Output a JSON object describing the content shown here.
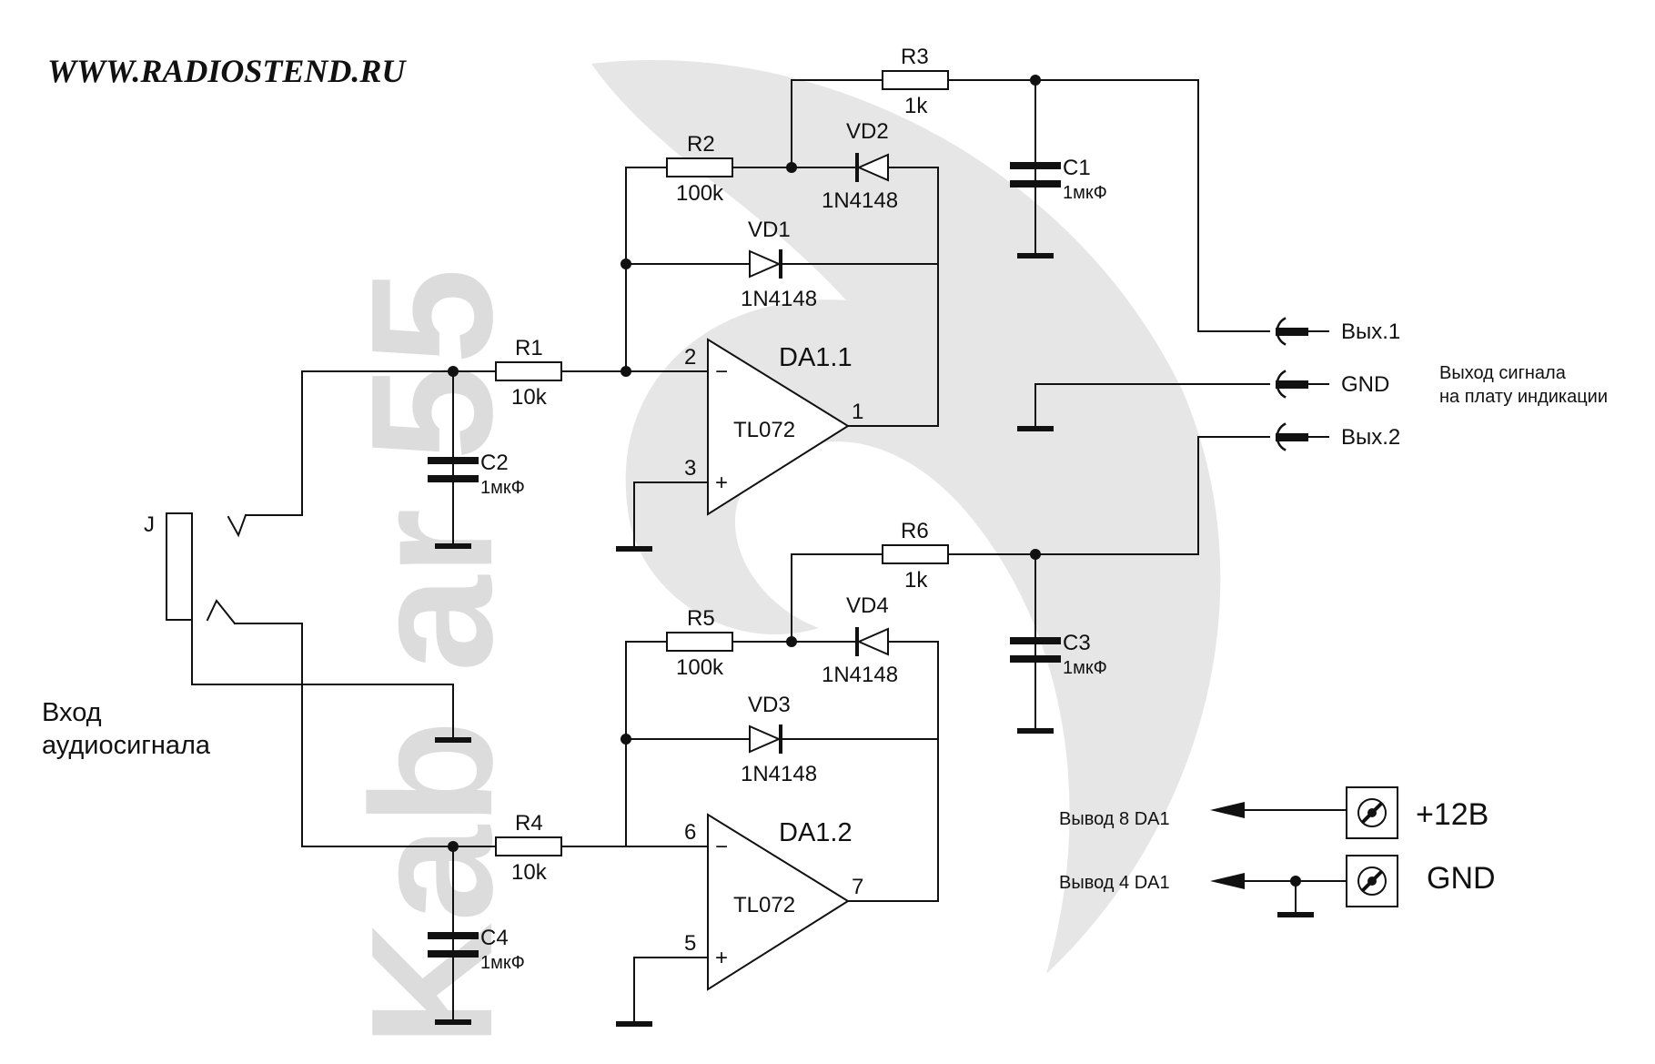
{
  "header": {
    "site": "WWW.RADIOSTEND.RU"
  },
  "resistors": [
    {
      "ref": "R1",
      "value": "10k"
    },
    {
      "ref": "R2",
      "value": "100k"
    },
    {
      "ref": "R3",
      "value": "1k"
    },
    {
      "ref": "R4",
      "value": "10k"
    },
    {
      "ref": "R5",
      "value": "100k"
    },
    {
      "ref": "R6",
      "value": "1k"
    }
  ],
  "capacitors": [
    {
      "ref": "C1",
      "value": "1мкФ"
    },
    {
      "ref": "C2",
      "value": "1мкФ"
    },
    {
      "ref": "C3",
      "value": "1мкФ"
    },
    {
      "ref": "C4",
      "value": "1мкФ"
    }
  ],
  "diodes": [
    {
      "ref": "VD1",
      "value": "1N4148"
    },
    {
      "ref": "VD2",
      "value": "1N4148"
    },
    {
      "ref": "VD3",
      "value": "1N4148"
    },
    {
      "ref": "VD4",
      "value": "1N4148"
    }
  ],
  "opamps": [
    {
      "ref": "DA1.1",
      "type": "TL072",
      "pin_inv": "2",
      "pin_noninv": "3",
      "pin_out": "1",
      "minus": "−",
      "plus": "+"
    },
    {
      "ref": "DA1.2",
      "type": "TL072",
      "pin_inv": "6",
      "pin_noninv": "5",
      "pin_out": "7",
      "minus": "−",
      "plus": "+"
    }
  ],
  "input": {
    "jack": "J",
    "label_line1": "Вход",
    "label_line2": "аудиосигнала"
  },
  "outputs": {
    "out1": "Вых.1",
    "gnd": "GND",
    "out2": "Вых.2",
    "note_line1": "Выход сигнала",
    "note_line2": "на плату индикации"
  },
  "power": {
    "pin8": "Вывод 8 DA1",
    "pin4": "Вывод 4 DA1",
    "plus": "+12В",
    "gnd": "GND"
  },
  "watermark": {
    "text": "Kab ar 55"
  }
}
